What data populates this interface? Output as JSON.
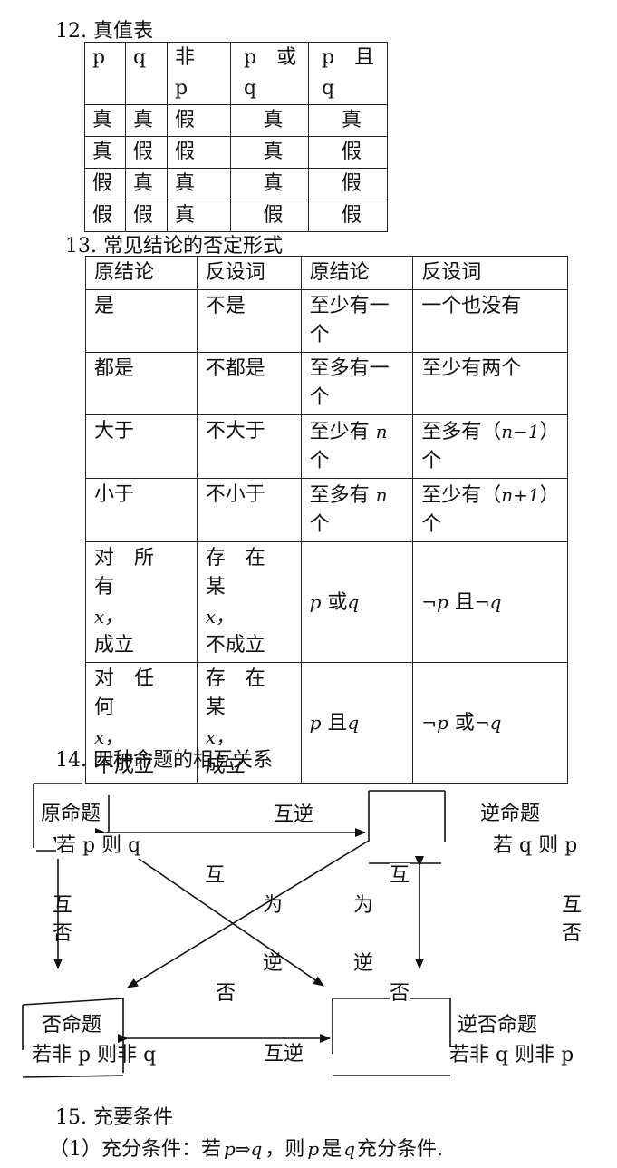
{
  "s12": {
    "title": "12. 真值表",
    "header": [
      "p",
      "q",
      "非",
      "p",
      "p　或",
      "q",
      "p　且",
      "q"
    ],
    "rows": [
      [
        "真",
        "真",
        "假",
        "真",
        "真"
      ],
      [
        "真",
        "假",
        "假",
        "真",
        "假"
      ],
      [
        "假",
        "真",
        "真",
        "真",
        "假"
      ],
      [
        "假",
        "假",
        "真",
        "假",
        "假"
      ]
    ]
  },
  "s13": {
    "title": "13. 常见结论的否定形式",
    "header": [
      "原结论",
      "反设词",
      "原结论",
      "反设词"
    ],
    "r1": [
      "是",
      "不是",
      "至少有一",
      "个",
      "一个也没有"
    ],
    "r2": [
      "都是",
      "不都是",
      "至多有一",
      "个",
      "至少有两个"
    ],
    "r3": [
      "大于",
      "不大于",
      "至少有",
      "n",
      "个",
      "至多有（",
      "n−1",
      "）",
      "个"
    ],
    "r4": [
      "小于",
      "不小于",
      "至多有",
      "n",
      "个",
      "至少有（",
      "n+1",
      "）",
      "个"
    ],
    "r5": [
      "对　所　有",
      "x，",
      "成立",
      "存　在　某",
      "x，",
      "不成立",
      "p",
      "或",
      "q",
      "¬p",
      "且",
      "¬q"
    ],
    "r6": [
      "对　任　何",
      "x，",
      "不成立",
      "存　在　某",
      "x，",
      "成立",
      "p",
      "且",
      "q",
      "¬p",
      "或",
      "¬q"
    ]
  },
  "s14": {
    "title": "14. 四种命题的相互关系",
    "orig": [
      "原命题",
      "若 p 则 q"
    ],
    "conv": [
      "逆命题",
      "若 q 则 p"
    ],
    "inv": [
      "否命题",
      "若非 p 则非 q"
    ],
    "contra": [
      "逆否命题",
      "若非 q 则非 p"
    ],
    "hu_ni": "互逆",
    "hu_fou": [
      "互",
      "否"
    ],
    "wei_ni": [
      "互",
      "为",
      "逆",
      "否"
    ]
  },
  "s15": {
    "title": "15. 充要条件",
    "line1": [
      "（1）充分条件：若",
      "p⇒q",
      "，则",
      "p",
      "是",
      "q",
      "充分条件."
    ]
  }
}
